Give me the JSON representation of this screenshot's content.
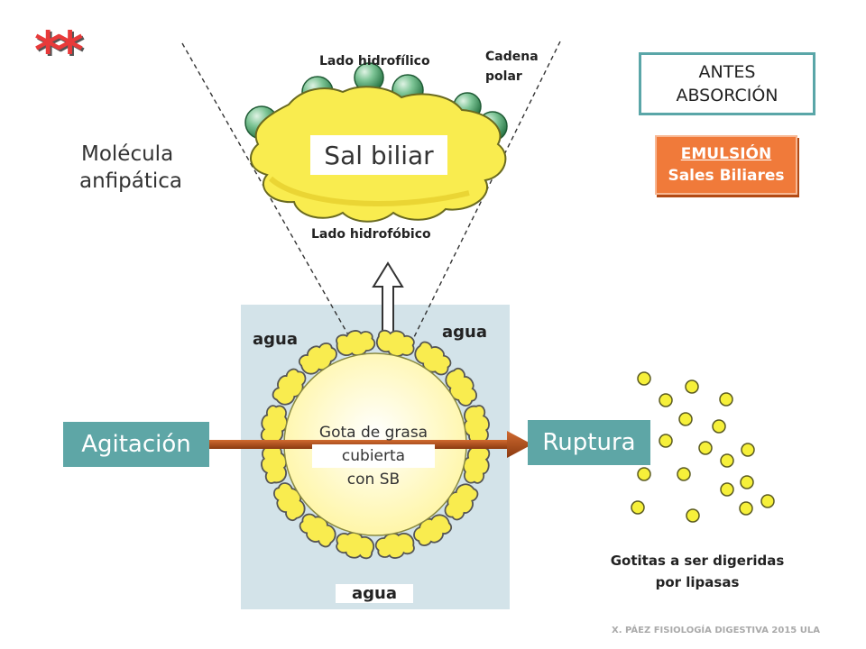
{
  "labels": {
    "stars": "**",
    "hydrophilic_side": "Lado hidrofílico",
    "polar_chain": [
      "Cadena",
      "polar"
    ],
    "bile_salt": "Sal biliar",
    "hydrophobic_side": "Lado hidrofóbico",
    "amphipathic": [
      "Molécula",
      "anfipática"
    ],
    "water_left": "agua",
    "water_right": "agua",
    "water_bottom": "agua",
    "fat_drop": [
      "Gota de grasa",
      "cubierta",
      "con SB"
    ],
    "agitation": "Agitación",
    "rupture": "Ruptura",
    "droplets": [
      "Gotitas a ser digeridas",
      "por lipasas"
    ],
    "before_absorption": [
      "ANTES",
      "ABSORCIÓN"
    ],
    "emulsion": [
      "EMULSIÓN",
      "Sales Biliares"
    ],
    "footer": "X. PÁEZ   FISIOLOGÍA DIGESTIVA 2015  ULA"
  },
  "colors": {
    "water_panel": "#d3e3e9",
    "fat_drop": "#fff79a",
    "bile_salt_body": "#f9ec4f",
    "polar_head": "#5fb27c",
    "teal_box": "#5ea6a6",
    "emulsion_box": "#f07a3a",
    "arrow": "#b24a14"
  }
}
